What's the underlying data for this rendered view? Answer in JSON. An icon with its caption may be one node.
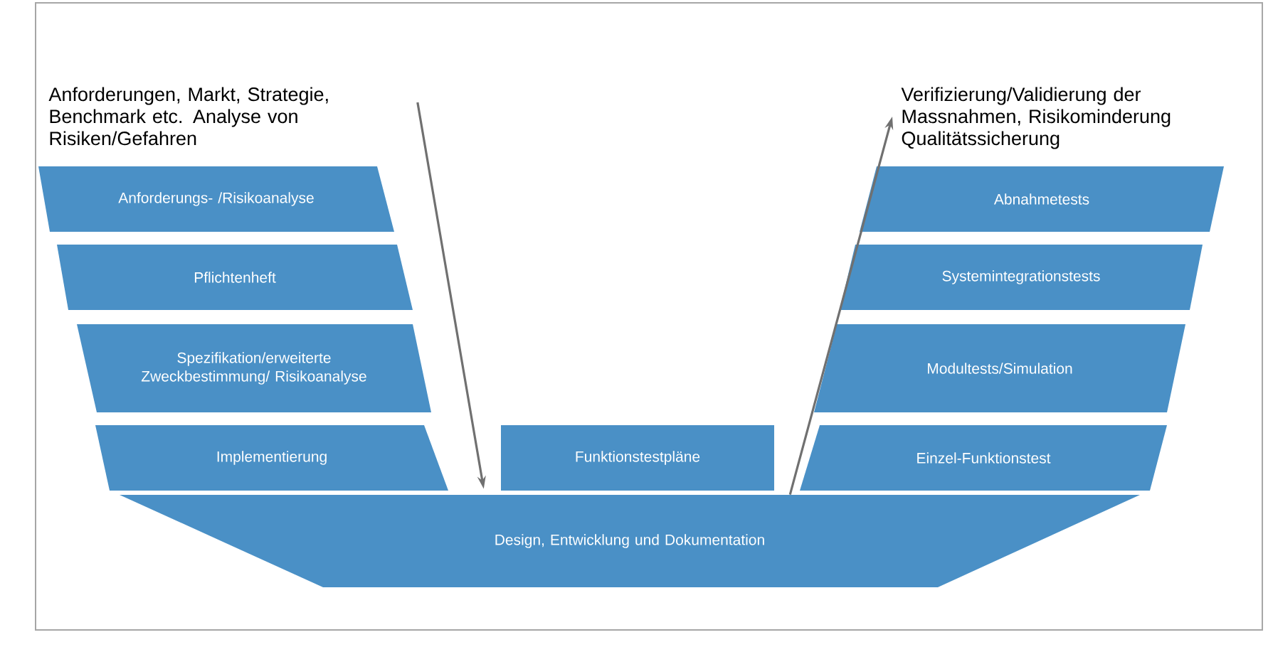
{
  "diagram": {
    "nodes": [
      {
        "text": [
          "Anforderungen, Markt, Strategie, Benchmark etc. Analyse von  Risiken/Gefahren"
        ]
      },
      {
        "text": [
          "Verifizierung/Validierung der Massnahmen, Risikominderung Qualitätssicherung"
        ]
      },
      {
        "text": [
          "Anforderungs- /Risikoanalyse"
        ]
      },
      {
        "text": [
          "Pflichtenheft"
        ]
      },
      {
        "text": [
          "Spezifikation/erweiterte Zweckbestimmung/ Risikoanalyse"
        ]
      },
      {
        "text": [
          "Implementierung"
        ]
      },
      {
        "text": [
          "Funktionstestpläne"
        ]
      },
      {
        "text": [
          "Abnahmetests"
        ]
      },
      {
        "text": [
          "Systemintegrationstests"
        ]
      },
      {
        "text": [
          "Modultests/Simulation"
        ]
      },
      {
        "text": [
          "Einzel-Funktionstest"
        ]
      },
      {
        "text": [
          "Design, Entwicklung und Dokumentation"
        ]
      }
    ],
    "edges": [
      {
        "from": 0,
        "to": 11,
        "arrow": "to"
      },
      {
        "from": 11,
        "to": 1,
        "arrow": "to"
      }
    ]
  }
}
